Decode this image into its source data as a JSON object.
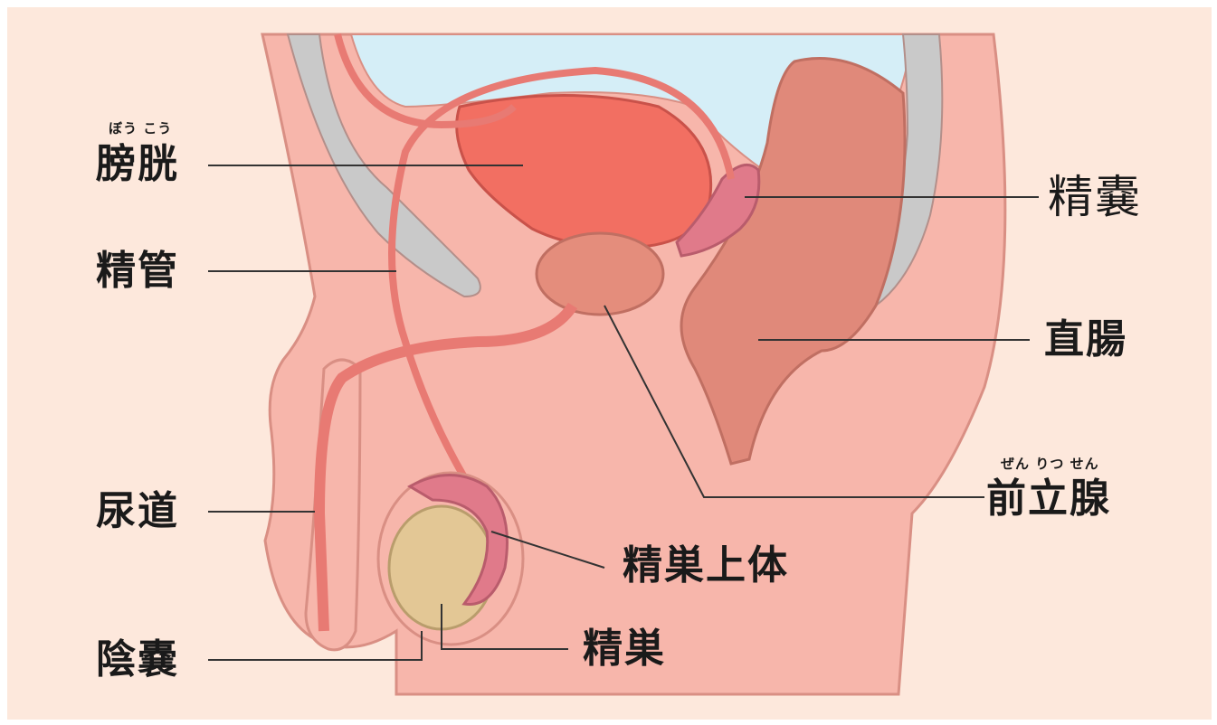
{
  "labels": {
    "bladder": "膀胱",
    "bladder_reading": "ぼう こう",
    "vas_deferens": "精管",
    "urethra": "尿道",
    "scrotum": "陰嚢",
    "seminal_vesicle": "精嚢",
    "rectum": "直腸",
    "prostate": "前立腺",
    "prostate_reading": "ぜん りつ せん",
    "epididymis": "精巣上体",
    "testis": "精巣"
  },
  "colors": {
    "background": "#fde8dc",
    "body_skin": "#f7b6ab",
    "bladder": "#f26f62",
    "bladder_cavity": "#d5eef7",
    "bone": "#c9c9c9",
    "rectum": "#e0897a",
    "prostate": "#e48d7c",
    "vas_deferens": "#e87a73",
    "testis": "#e3c795",
    "epididymis": "#e07a8a",
    "leader_line": "#333333"
  }
}
